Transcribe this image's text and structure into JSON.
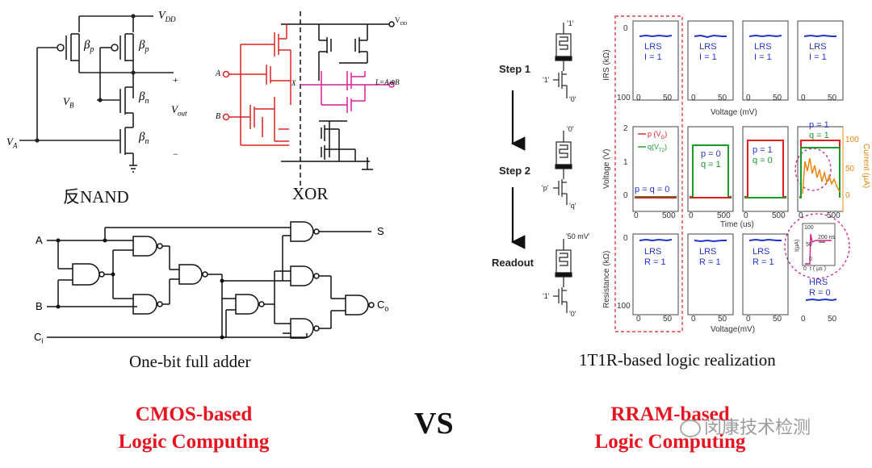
{
  "captions": {
    "nand": "反NAND",
    "xor": "XOR",
    "full_adder": "One-bit full adder",
    "rram": "1T1R-based logic realization"
  },
  "bottom": {
    "cmos_line1": "CMOS-based",
    "cmos_line2": "Logic Computing",
    "vs": "VS",
    "rram_line1": "RRAM-based",
    "rram_line2": "Logic Computing",
    "watermark": "闵康技术检测"
  },
  "nand": {
    "vdd": "V",
    "vdd_sub": "DD",
    "beta_p": "β",
    "beta_p_sub": "p",
    "beta_n": "β",
    "beta_n_sub": "n",
    "plus": "+",
    "minus": "−",
    "vb": "V",
    "vb_sub": "B",
    "va": "V",
    "va_sub": "A",
    "vout": "V",
    "vout_sub": "out"
  },
  "xor_labels": {
    "vdd": "V",
    "vdd_sub": "DD",
    "a": "A",
    "b": "B",
    "x": "X",
    "out": "L=A⊕B"
  },
  "adder": {
    "a": "A",
    "b": "B",
    "ci": "C",
    "ci_sub": "i",
    "s": "S",
    "co": "C",
    "co_sub": "o"
  },
  "rram": {
    "steps": {
      "step1": "Step 1",
      "step2": "Step 2",
      "readout": "Readout"
    },
    "circuit_labels": {
      "c1_top": "'1'",
      "c1_left": "'1'",
      "c1_bot": "'0'",
      "c2_top": "'0'",
      "c2_left": "'p'",
      "c2_bot": "'q'",
      "c3_top": "'50 mV'",
      "c3_left": "'1'",
      "c3_bot": "'0'"
    },
    "row1": {
      "ylabel": "IRS (kΩ)",
      "y_top": "0",
      "y_bot": "100",
      "x_ticks": [
        "0",
        "50"
      ],
      "xlabel": "Voltage (mV)",
      "panels": [
        {
          "state": "LRS",
          "value": "I = 1"
        },
        {
          "state": "LRS",
          "value": "I = 1"
        },
        {
          "state": "LRS",
          "value": "I = 1"
        },
        {
          "state": "LRS",
          "value": "I = 1"
        }
      ]
    },
    "row2": {
      "ylabel": "Voltage (V)",
      "y_ticks": [
        "2",
        "1",
        "0"
      ],
      "x_ticks": [
        "0",
        "500"
      ],
      "xlabel": "Time (us)",
      "legend_p": "p (V",
      "legend_p_sub": "G",
      "legend_p_end": ")",
      "legend_q": "q(V",
      "legend_q_sub": "T2",
      "legend_q_end": ")",
      "panel1_label": "p = q = 0",
      "panel2_p": "p = 0",
      "panel2_q": "q = 1",
      "panel3_p": "p = 1",
      "panel3_q": "q = 0",
      "panel4_p": "p = 1",
      "panel4_q": "q = 1",
      "right_ylabel": "Current (μA)",
      "right_ticks": [
        "100",
        "50",
        "0"
      ],
      "inset_ticks": [
        "100",
        "50",
        "0"
      ],
      "inset_ann": "200 ns",
      "inset_ylabel": "I(μA)",
      "inset_xlabel": "t ( μs )",
      "inset_x": "0"
    },
    "row3": {
      "ylabel": "Resistance (kΩ)",
      "y_top": "0",
      "y_bot": "100",
      "x_ticks": [
        "0",
        "50"
      ],
      "xlabel": "Voltage(mV)",
      "panels": [
        {
          "state": "LRS",
          "value": "R = 1"
        },
        {
          "state": "LRS",
          "value": "R = 1"
        },
        {
          "state": "LRS",
          "value": "R = 1"
        },
        {
          "state": "HRS",
          "value": "R = 0"
        }
      ]
    },
    "colors": {
      "blue": "#2233cc",
      "red": "#e02020",
      "green": "#1a9a2a",
      "orange": "#e8860a",
      "magenta": "#d0208a"
    }
  }
}
